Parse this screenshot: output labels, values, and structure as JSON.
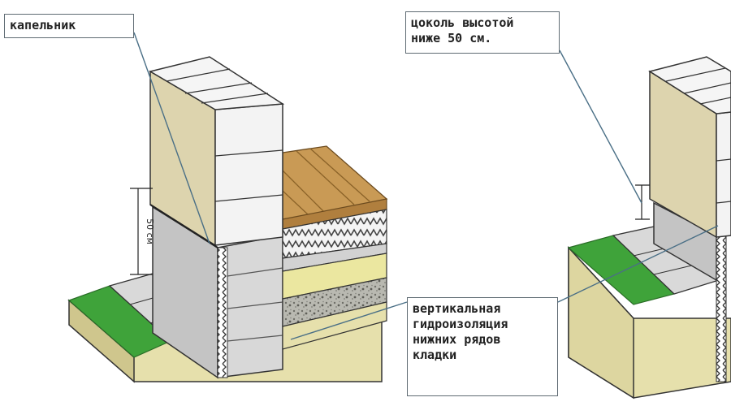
{
  "labels": {
    "drip_edge": "капельник",
    "plinth_height": "цоколь высотой\nниже 50 см.",
    "vertical_waterproofing": "вертикальная\nгидроизоляция\nнижних рядов\nкладки"
  },
  "dimension": "50 см",
  "colors": {
    "wall_face": "#ddd4ae",
    "block_face": "#f3f3f3",
    "plinth": "#c8c8c8",
    "grass": "#3fa33a",
    "soil": "#e8e2ad",
    "floor_boards": "#c99a55",
    "sand_layer": "#ebe7a0",
    "gravel_layer": "#9d9d95",
    "leader_line": "#4a6f86"
  }
}
